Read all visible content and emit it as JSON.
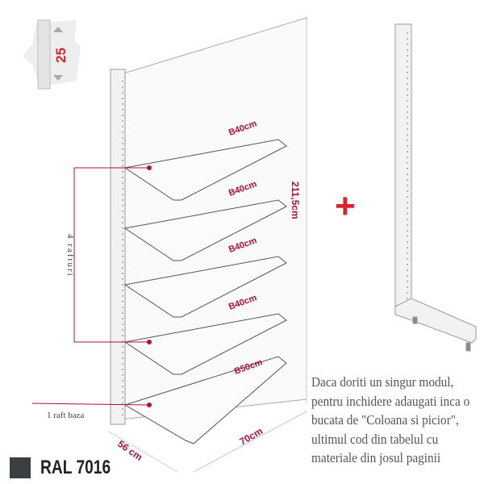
{
  "badge": {
    "hole_pitch": "25"
  },
  "shelves": [
    "B40cm",
    "B40cm",
    "B40cm",
    "B40cm",
    "B50cm"
  ],
  "dimensions": {
    "height": "211,5cm",
    "depth": "56 cm",
    "width": "70cm"
  },
  "annotations": {
    "shelves_count": "4 rafturi",
    "base": "1 raft baza"
  },
  "plus": "+",
  "note_lines": [
    "Daca doriti un singur modul,",
    "pentru inchidere adaugati inca o",
    "bucata de \"Coloana si picior\",",
    "ultimul cod din tabelul cu",
    "materiale din josul paginii"
  ],
  "color": {
    "label": "RAL 7016",
    "swatch": "#3a3f44",
    "accent": "#e0202a",
    "dim": "#b0103a"
  }
}
